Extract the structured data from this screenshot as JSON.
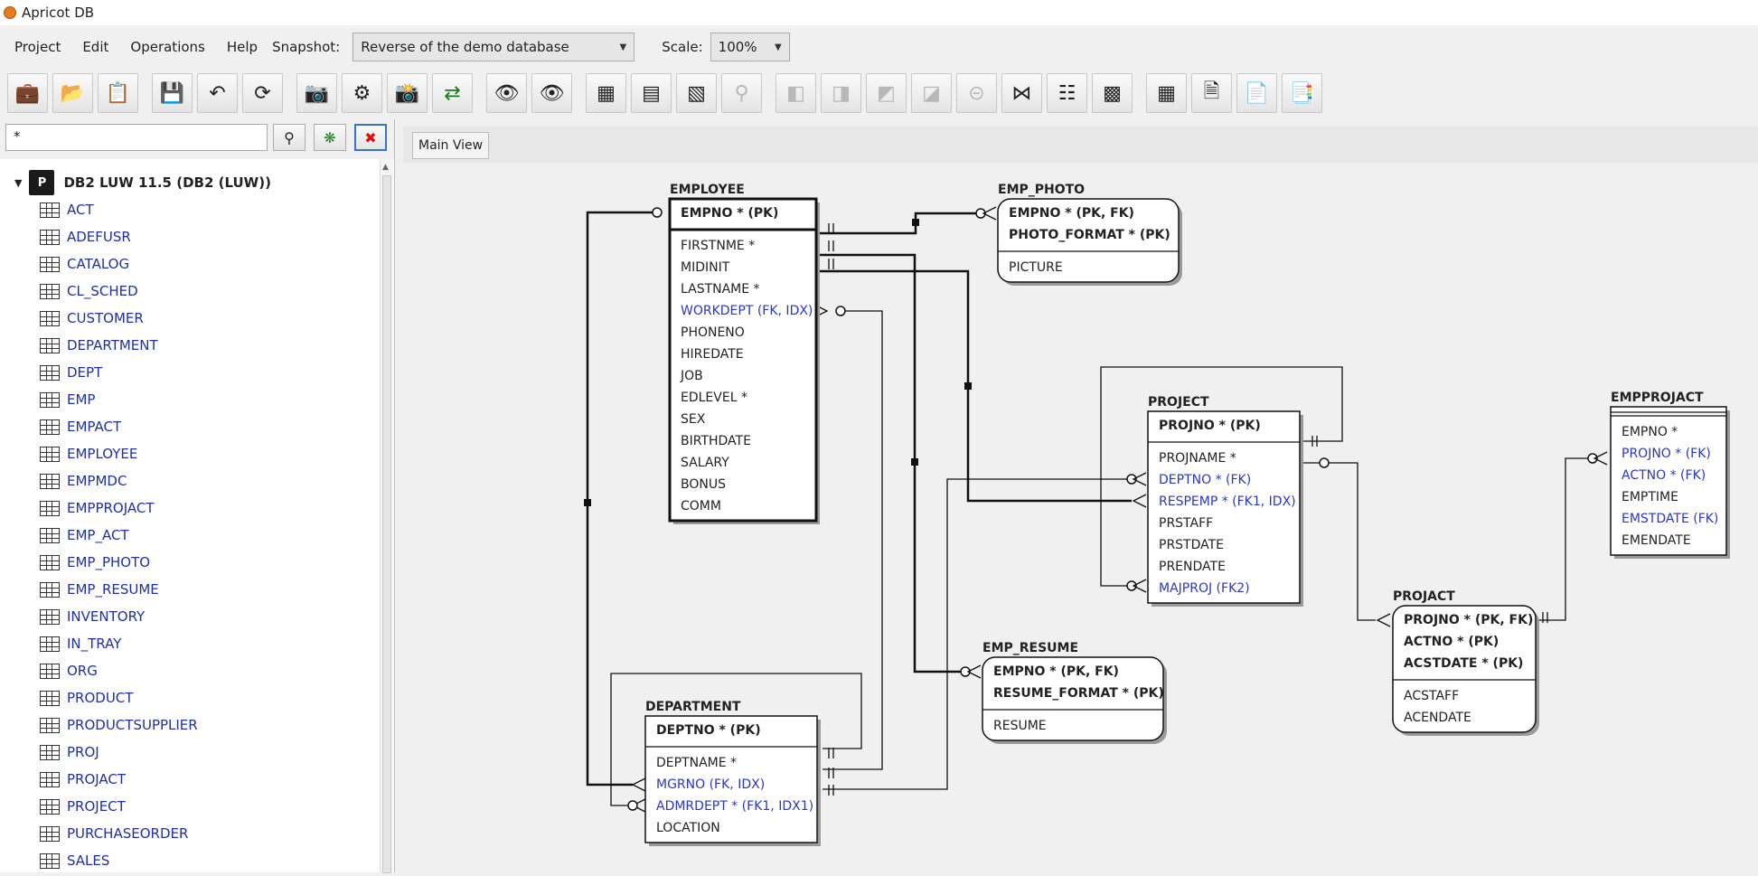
{
  "app": {
    "title": "Apricot DB"
  },
  "menu": {
    "items": [
      "Project",
      "Edit",
      "Operations",
      "Help"
    ],
    "snapshot_label": "Snapshot:",
    "snapshot_value": "Reverse of the demo database",
    "scale_label": "Scale:",
    "scale_value": "100%"
  },
  "toolbar": {
    "buttons": [
      "new-project-icon",
      "open-folder-icon",
      "clipboard-icon",
      "save-icon",
      "undo-icon",
      "redo-icon",
      "snapshot-camera-add-icon",
      "snapshot-refresh-icon",
      "snapshot-camera-icon",
      "compare-arrows-icon",
      "view-add-icon",
      "view-icon",
      "entity-add-icon",
      "entity-edit-icon",
      "entity-remove-icon",
      "search-icon",
      "align-left-icon",
      "align-right-icon",
      "align-top-icon",
      "align-bottom-icon",
      "align-center-icon",
      "distribute-horizontal-icon",
      "distribute-vertical-icon",
      "grid-icon",
      "table-view-icon",
      "new-page-icon",
      "report-icon",
      "export-icon"
    ]
  },
  "left_panel": {
    "search_value": "*",
    "root_label": "DB2 LUW 11.5 (DB2 (LUW))",
    "db_icon_text": "P",
    "tables": [
      "ACT",
      "ADEFUSR",
      "CATALOG",
      "CL_SCHED",
      "CUSTOMER",
      "DEPARTMENT",
      "DEPT",
      "EMP",
      "EMPACT",
      "EMPLOYEE",
      "EMPMDC",
      "EMPPROJACT",
      "EMP_ACT",
      "EMP_PHOTO",
      "EMP_RESUME",
      "INVENTORY",
      "IN_TRAY",
      "ORG",
      "PRODUCT",
      "PRODUCTSUPPLIER",
      "PROJ",
      "PROJACT",
      "PROJECT",
      "PURCHASEORDER",
      "SALES"
    ]
  },
  "main_view": {
    "tab_label": "Main View"
  },
  "entities": {
    "employee": {
      "name": "EMPLOYEE",
      "pk": [
        "EMPNO * (PK)"
      ],
      "cols": [
        "FIRSTNME *",
        "MIDINIT",
        "LASTNAME *",
        "WORKDEPT (FK, IDX)",
        "PHONENO",
        "HIREDATE",
        "JOB",
        "EDLEVEL *",
        "SEX",
        "BIRTHDATE",
        "SALARY",
        "BONUS",
        "COMM"
      ]
    },
    "emp_photo": {
      "name": "EMP_PHOTO",
      "pk": [
        "EMPNO * (PK, FK)",
        "PHOTO_FORMAT * (PK)"
      ],
      "cols": [
        "PICTURE"
      ]
    },
    "project": {
      "name": "PROJECT",
      "pk": [
        "PROJNO * (PK)"
      ],
      "cols": [
        "PROJNAME *",
        "DEPTNO * (FK)",
        "RESPEMP * (FK1, IDX)",
        "PRSTAFF",
        "PRSTDATE",
        "PRENDATE",
        "MAJPROJ (FK2)"
      ]
    },
    "empprojact": {
      "name": "EMPPROJACT",
      "pk": [],
      "cols": [
        "EMPNO *",
        "PROJNO * (FK)",
        "ACTNO * (FK)",
        "EMPTIME",
        "EMSTDATE (FK)",
        "EMENDATE"
      ]
    },
    "projact": {
      "name": "PROJACT",
      "pk": [
        "PROJNO * (PK, FK)",
        "ACTNO * (PK)",
        "ACSTDATE * (PK)"
      ],
      "cols": [
        "ACSTAFF",
        "ACENDATE"
      ]
    },
    "emp_resume": {
      "name": "EMP_RESUME",
      "pk": [
        "EMPNO * (PK, FK)",
        "RESUME_FORMAT * (PK)"
      ],
      "cols": [
        "RESUME"
      ]
    },
    "department": {
      "name": "DEPARTMENT",
      "pk": [
        "DEPTNO * (PK)"
      ],
      "cols": [
        "DEPTNAME *",
        "MGRNO (FK, IDX)",
        "ADMRDEPT * (FK1, IDX1)",
        "LOCATION"
      ]
    }
  },
  "colors": {
    "fk_text": "#2a36c8",
    "normal_text": "#222222"
  }
}
